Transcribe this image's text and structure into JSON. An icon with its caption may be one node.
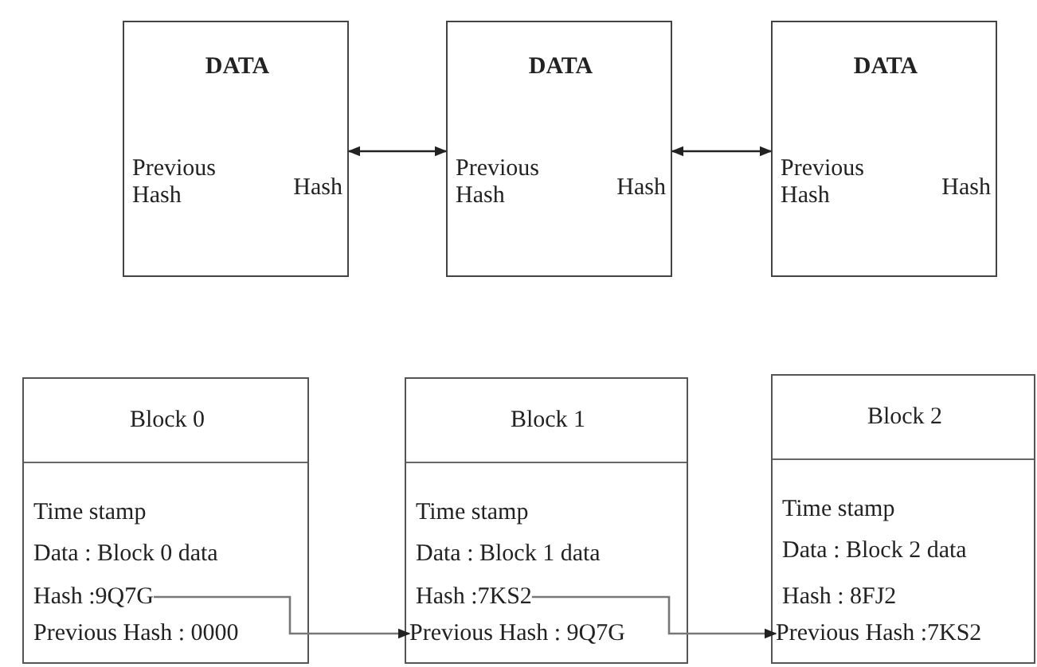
{
  "diagram": {
    "nodes": [
      {
        "text": [
          "DATA",
          "Previous Hash",
          "Hash"
        ]
      },
      {
        "text": [
          "DATA",
          "Previous Hash",
          "Hash"
        ]
      },
      {
        "text": [
          "DATA",
          "Previous Hash",
          "Hash"
        ]
      },
      {
        "text": [
          "Block 0",
          "Time stamp",
          "Data : Block 0 data"
        ]
      },
      {
        "text": [
          "Hash :9Q7G"
        ],
        "in": 3
      },
      {
        "text": [
          "Previous Hash : 0000"
        ],
        "in": 3
      },
      {
        "text": [
          "Block 1",
          "Time stamp",
          "Data : Block 1 data"
        ]
      },
      {
        "text": [
          "Hash :7KS2"
        ],
        "in": 6
      },
      {
        "text": [
          "Previous Hash : 9Q7G"
        ],
        "in": 6
      },
      {
        "text": [
          "Block 2",
          "Time stamp",
          "Data : Block 2 data"
        ]
      },
      {
        "text": [
          "Hash : 8FJ2"
        ],
        "in": 9
      },
      {
        "text": [
          "Previous Hash :7KS2"
        ],
        "in": 9
      }
    ],
    "edges": [
      {
        "from": 0,
        "to": 1,
        "arrow": "both"
      },
      {
        "from": 1,
        "to": 2,
        "arrow": "both"
      },
      {
        "from": 4,
        "to": 8,
        "arrow": "to"
      },
      {
        "from": 7,
        "to": 11,
        "arrow": "to"
      }
    ]
  }
}
